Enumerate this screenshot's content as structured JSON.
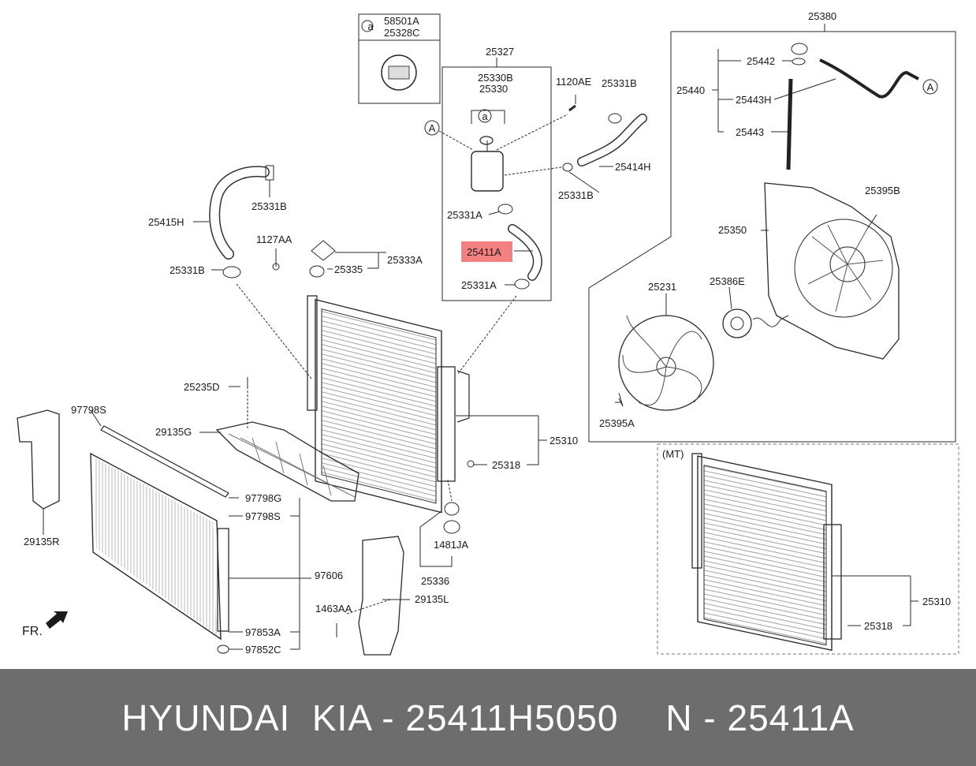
{
  "colors": {
    "line": "#2a2a2a",
    "highlight": "#f26b6b",
    "footer_bg": "#6d6d6d",
    "footer_text": "#ffffff"
  },
  "legend": {
    "symbol": "a",
    "codes": [
      "58501A",
      "25328C"
    ]
  },
  "labels": {
    "p25327": "25327",
    "p25330b": "25330B",
    "p25330": "25330",
    "p1120ae": "1120AE",
    "p25331b_top": "25331B",
    "p25414h": "25414H",
    "p25331b_mid": "25331B",
    "p25331a_top": "25331A",
    "p25411a": "25411A",
    "p25331a_bot": "25331A",
    "p25331b_left": "25331B",
    "p25415h": "25415H",
    "p1127aa": "1127AA",
    "p25333a": "25333A",
    "p25335": "25335",
    "p25331b_lower": "25331B",
    "p25380": "25380",
    "p25442": "25442",
    "p25440": "25440",
    "p25443h": "25443H",
    "p25443": "25443",
    "p25395b": "25395B",
    "p25350": "25350",
    "p25231": "25231",
    "p25386e": "25386E",
    "p25395a": "25395A",
    "p25235d": "25235D",
    "p29135g": "29135G",
    "p97798s_top": "97798S",
    "p25310": "25310",
    "p25318": "25318",
    "p29135r": "29135R",
    "p97798g": "97798G",
    "p97798s": "97798S",
    "p97606": "97606",
    "p97853a": "97853A",
    "p97852c": "97852C",
    "p1463aa": "1463AA",
    "p29135l": "29135L",
    "p1481ja": "1481JA",
    "p25336": "25336",
    "mt": "(MT)",
    "mt_25310": "25310",
    "mt_25318": "25318",
    "fr": "FR.",
    "callout_a": "A",
    "inner_a": "a"
  },
  "footer": {
    "brand": "HYUNDAI  KIA - 25411H5050",
    "ref": "N - 25411A"
  }
}
